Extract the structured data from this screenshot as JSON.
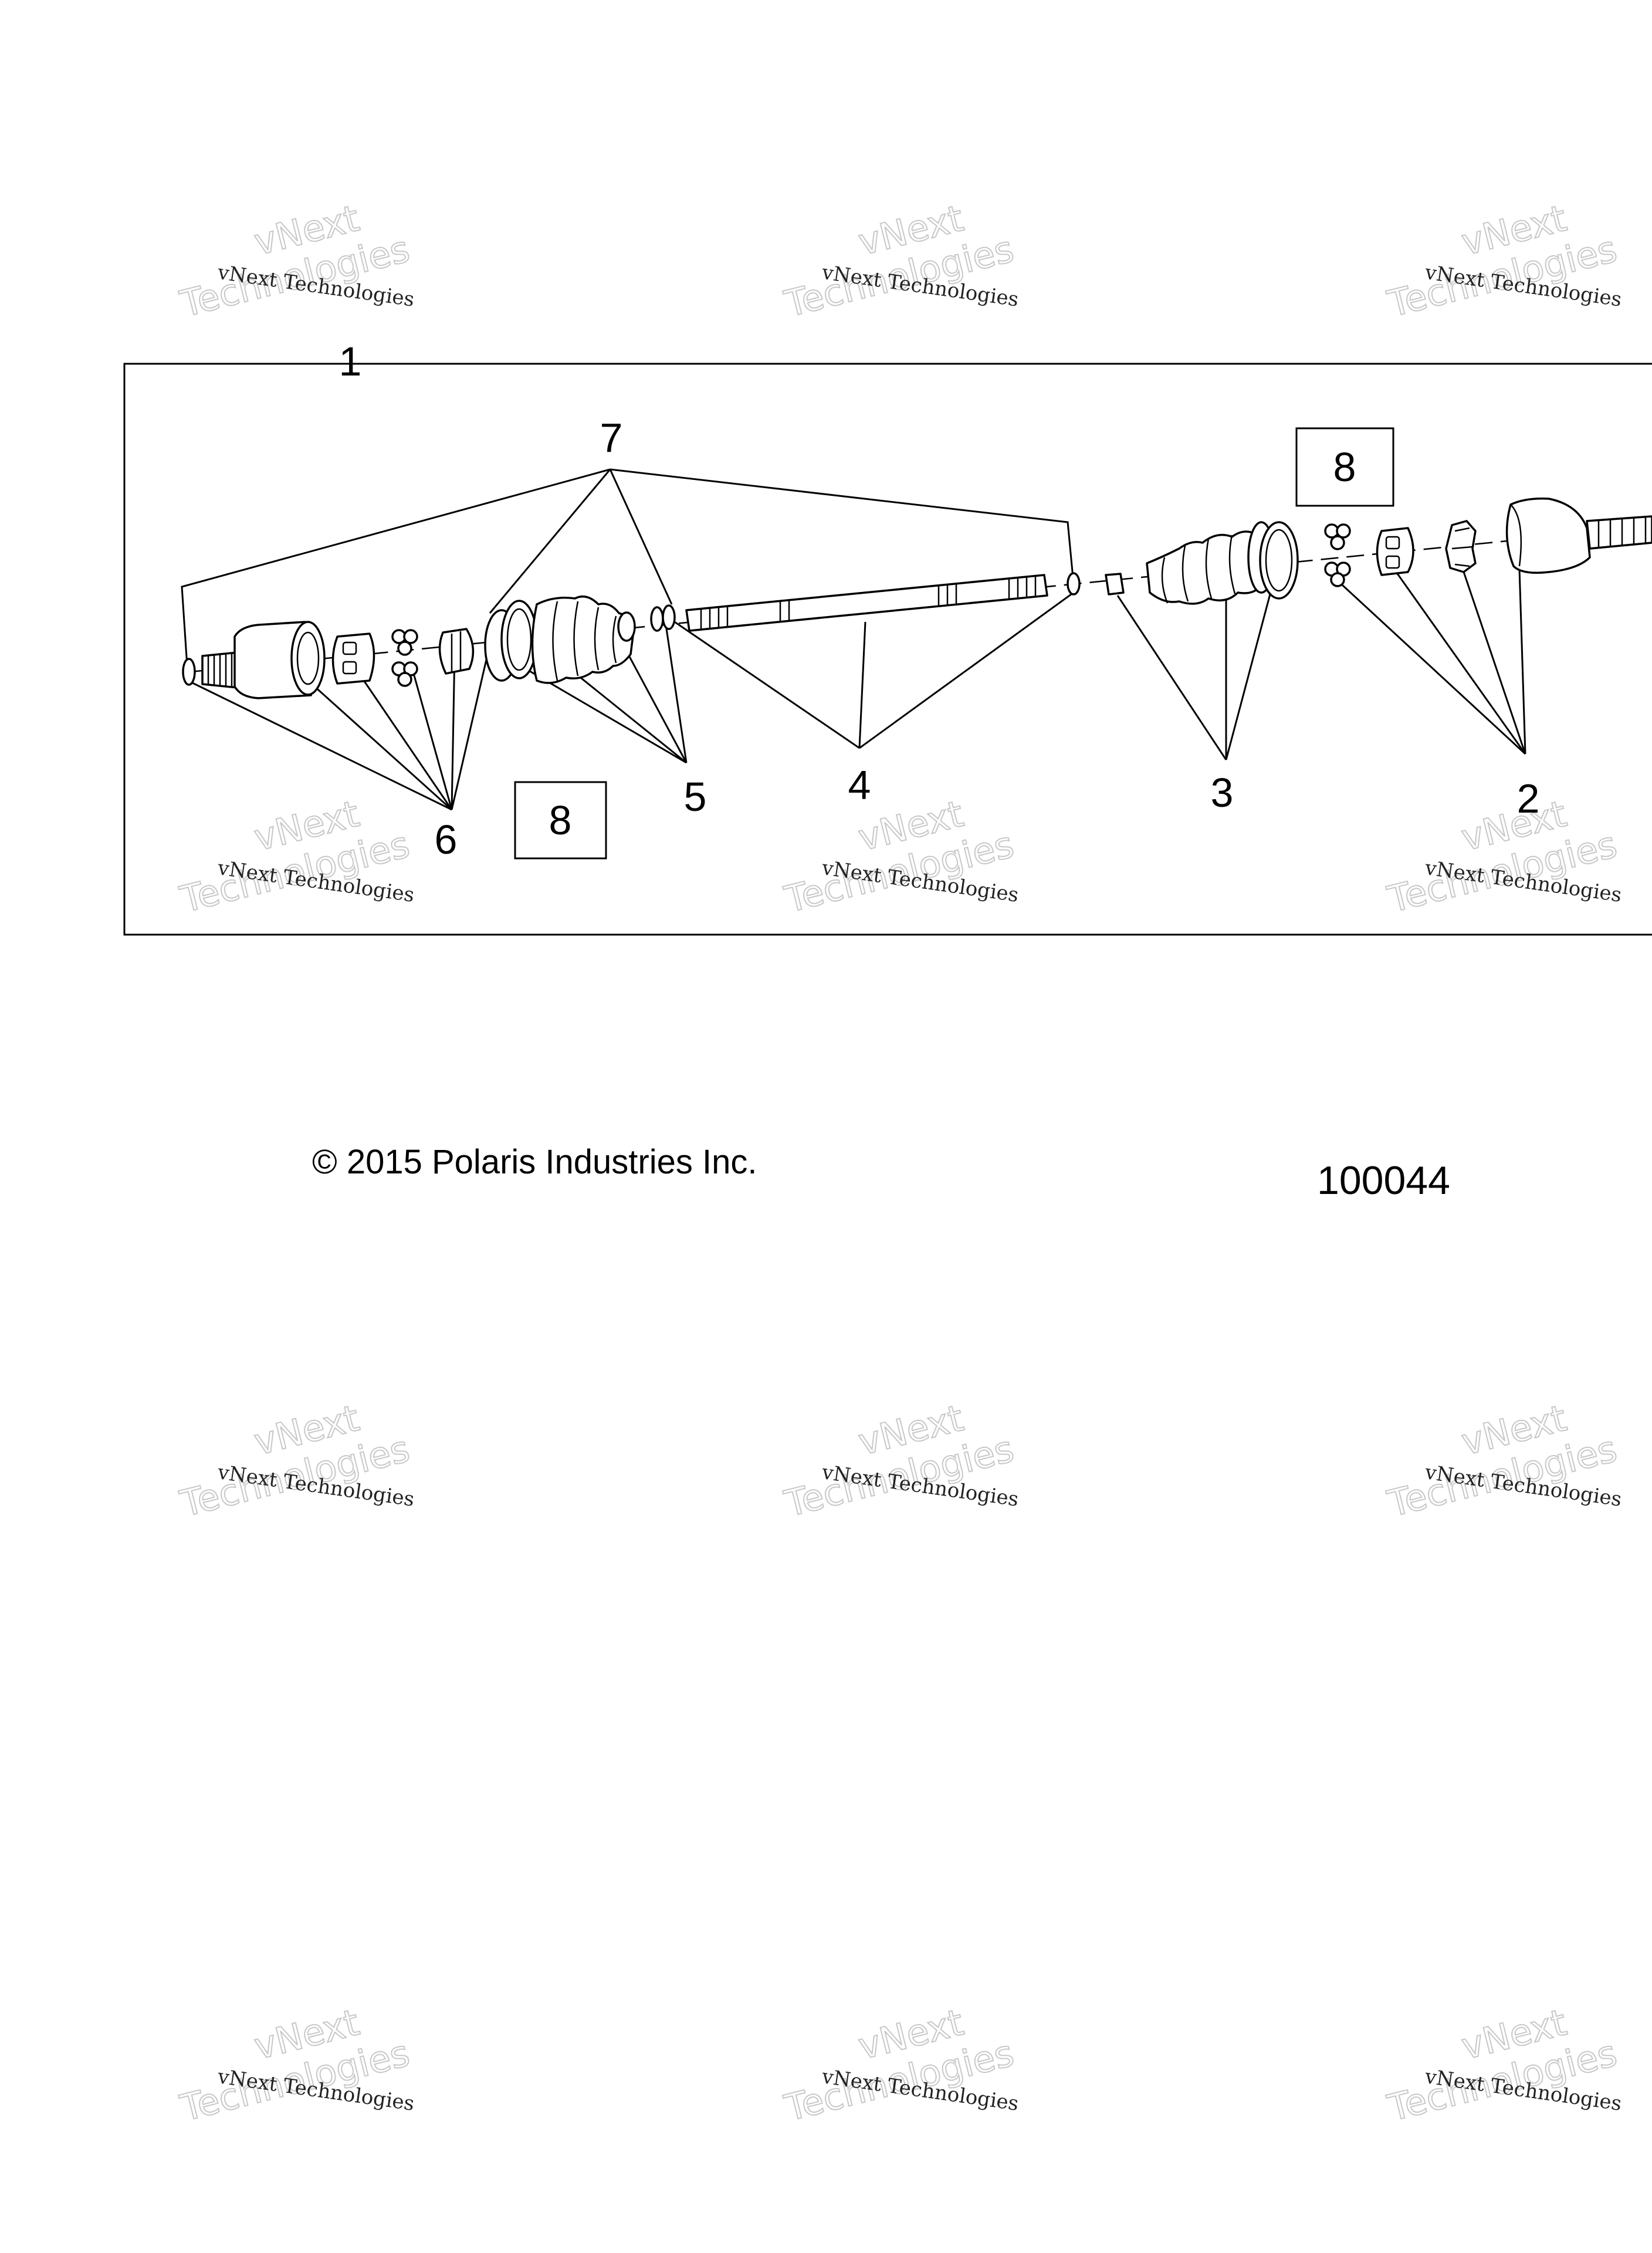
{
  "callouts": {
    "c1": "1",
    "c2": "2",
    "c3": "3",
    "c4": "4",
    "c5": "5",
    "c6": "6",
    "c7": "7",
    "c8_top": "8",
    "c8_bottom": "8"
  },
  "footer": {
    "copyright": "© 2015 Polaris Industries Inc.",
    "diagram_id": "100044"
  },
  "watermark": {
    "line1": "vNext Technologies",
    "line2": "vNext",
    "line3": "Technologies"
  }
}
